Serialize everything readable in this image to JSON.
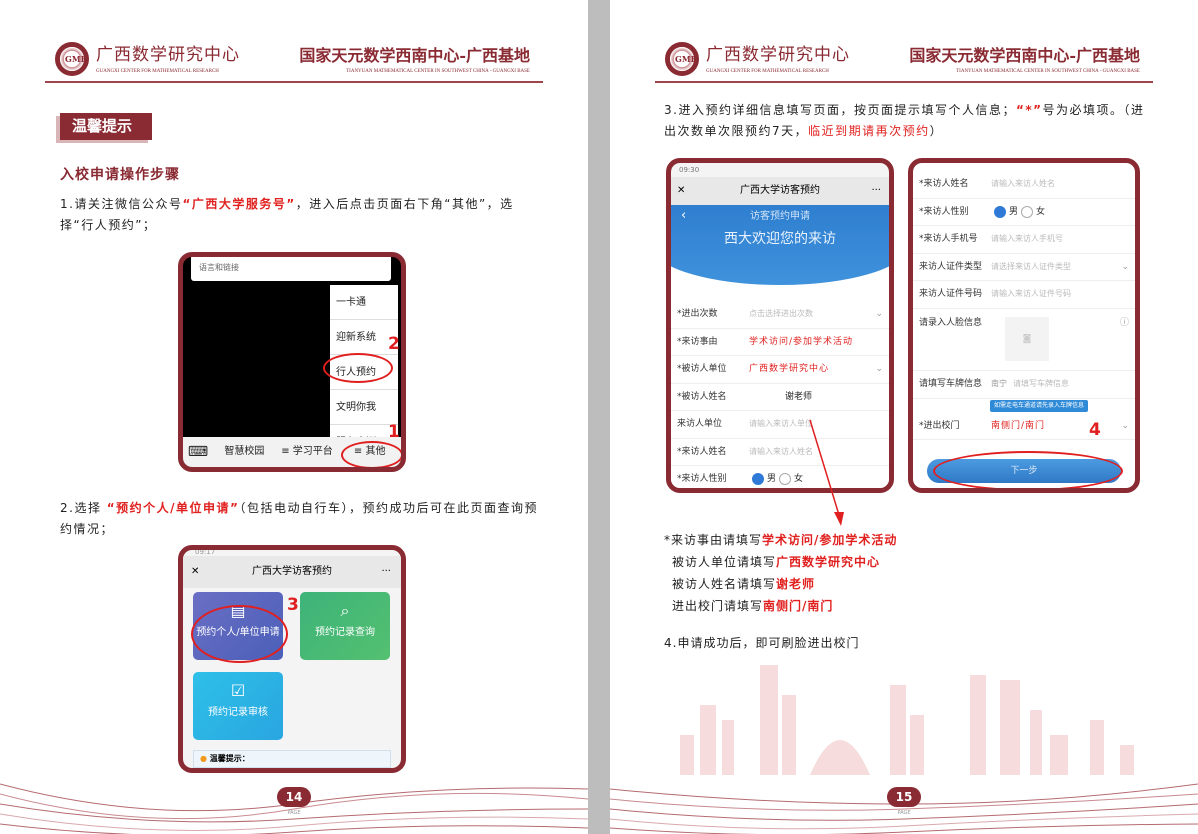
{
  "header": {
    "logo_text": "GMR",
    "org_cn": "广西数学研究中心",
    "org_en": "GUANGXI CENTER FOR MATHEMATICAL RESEARCH",
    "center_cn": "国家天元数学西南中心-广西基地",
    "center_en": "TIANYUAN MATHEMATICAL CENTER IN SOUTHWEST CHINA - GUANGXI BASE"
  },
  "left": {
    "badge": "温馨提示",
    "section_title": "入校申请操作步骤",
    "p1_a": "1.请关注微信公众号",
    "p1_b": "“广西大学服务号”",
    "p1_c": "，进入后点击页面右下角“其他”，选择“行人预约”；",
    "p2_a": "2.选择 ",
    "p2_b": "“预约个人/单位申请”",
    "p2_c": "（包括电动自行车），预约成功后可在此页面查询预约情况；",
    "shot1": {
      "top_text": "语言和链接",
      "menu": [
        "一卡通",
        "迎新系统",
        "行人预约",
        "文明你我",
        "服务内测"
      ],
      "bottom": [
        "智慧校园",
        "≡ 学习平台",
        "≡ 其他"
      ],
      "marks": [
        "1",
        "2"
      ]
    },
    "shot2": {
      "time": "09:17",
      "title": "广西大学访客预约",
      "tiles": [
        "预约个人/单位申请",
        "预约记录查询",
        "预约记录审核"
      ],
      "tip": "温馨提示：",
      "mark": "3"
    },
    "page_no": "14",
    "page_label": "PAGE"
  },
  "right": {
    "p3_a": "3.进入预约详细信息填写页面，按页面提示填写个人信息；",
    "p3_b": "“*”",
    "p3_c": "号为必填项。（进出次数单次限预约7天，",
    "p3_d": "临近到期请再次预约",
    "p3_e": "）",
    "shot3": {
      "time": "09:30",
      "title": "广西大学访客预约",
      "banner_sub": "访客预约申请",
      "banner_main": "西大欢迎您的来访",
      "rows": [
        {
          "label": "*进出次数",
          "value": "点击选择进出次数"
        },
        {
          "label": "*来访事由",
          "value": "学术访问/参加学术活动"
        },
        {
          "label": "*被访人单位",
          "value": "广西数学研究中心"
        },
        {
          "label": "*被访人姓名",
          "value": "谢老师"
        },
        {
          "label": "来访人单位",
          "value": "请输入来访人单位"
        },
        {
          "label": "*来访人姓名",
          "value": "请输入来访人姓名"
        },
        {
          "label": "*来访人性别",
          "male": "男",
          "female": "女"
        }
      ]
    },
    "shot4": {
      "rows": [
        {
          "label": "*来访人姓名",
          "value": "请输入来访人姓名"
        },
        {
          "label": "*来访人性别",
          "male": "男",
          "female": "女"
        },
        {
          "label": "*来访人手机号",
          "value": "请输入来访人手机号"
        },
        {
          "label": "来访人证件类型",
          "value": "请选择来访人证件类型"
        },
        {
          "label": "来访人证件号码",
          "value": "请输入来访人证件号码"
        },
        {
          "label": "请录入人脸信息"
        },
        {
          "label": "请填写车牌信息",
          "prefix": "南宁",
          "value": "请填写车牌信息"
        },
        {
          "label": "*进出校门",
          "value": "南侧门/南门"
        }
      ],
      "tooltip": "如需走电车通道请先录入车牌信息",
      "button": "下一步",
      "mark": "4"
    },
    "notes": [
      {
        "a": "*来访事由请填写",
        "b": "学术访问/参加学术活动"
      },
      {
        "a": "被访人单位请填写",
        "b": "广西数学研究中心"
      },
      {
        "a": "被访人姓名请填写",
        "b": "谢老师"
      },
      {
        "a": "进出校门请填写",
        "b": "南侧门/南门"
      }
    ],
    "p4": "4.申请成功后，即可刷脸进出校门",
    "page_no": "15",
    "page_label": "PAGE"
  }
}
